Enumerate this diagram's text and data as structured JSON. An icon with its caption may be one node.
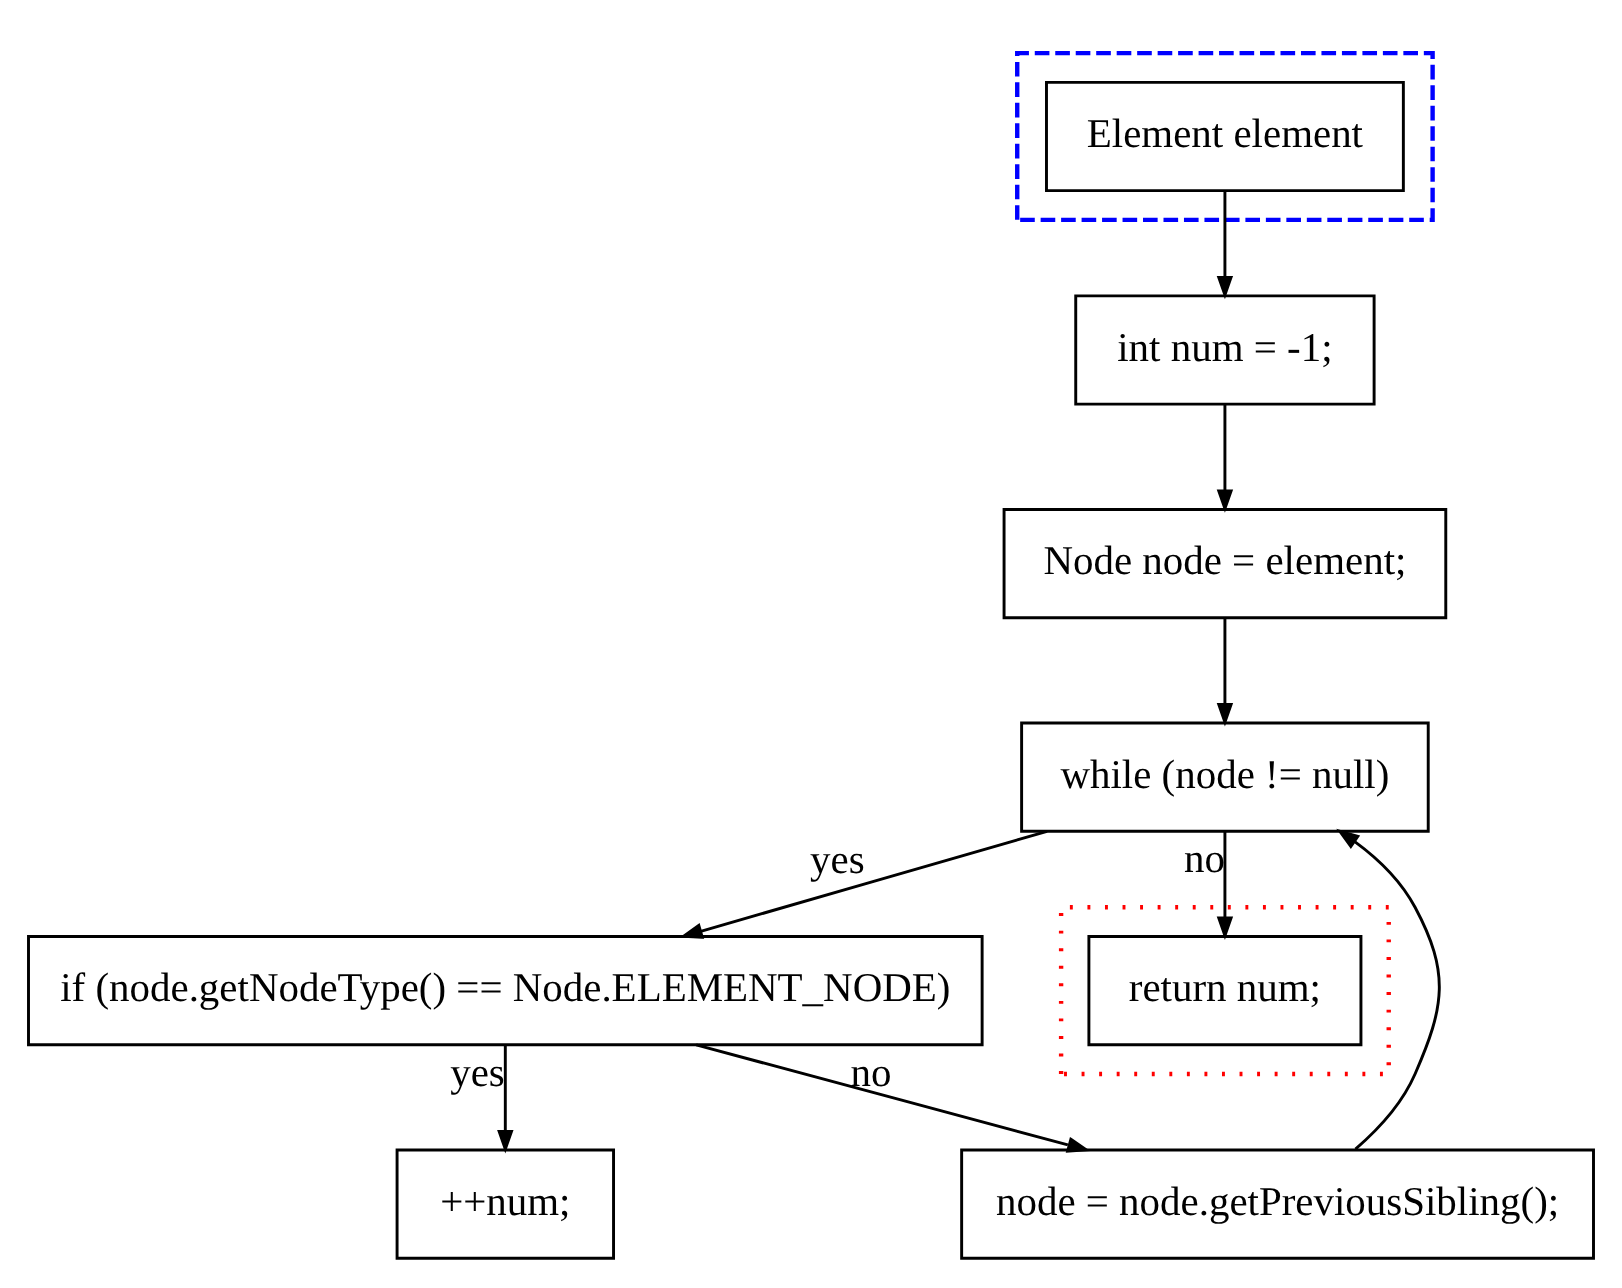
{
  "diagram": {
    "nodes": [
      {
        "text": [],
        "shape": "box"
      },
      {
        "text": [
          "Element element"
        ],
        "in": 0
      },
      {
        "text": [
          "int num = -1;"
        ]
      },
      {
        "text": [
          "Node node = element;"
        ]
      },
      {
        "text": [
          "while (node != null)"
        ]
      },
      {
        "text": [
          "if (node.getNodeType() == Node.ELEMENT_NODE)"
        ]
      },
      {
        "text": [],
        "shape": "box"
      },
      {
        "text": [
          "return num;"
        ],
        "in": 6
      },
      {
        "text": [
          "++num;"
        ]
      },
      {
        "text": [
          "node = node.getPreviousSibling();"
        ]
      }
    ],
    "edges": [
      {
        "from": 1,
        "to": 2,
        "arrow": "to"
      },
      {
        "from": 2,
        "to": 3,
        "arrow": "to"
      },
      {
        "from": 3,
        "to": 4,
        "arrow": "to"
      },
      {
        "from": 4,
        "to": 5,
        "label": "yes",
        "arrow": "to"
      },
      {
        "from": 4,
        "to": 7,
        "label": "no",
        "arrow": "to"
      },
      {
        "from": 5,
        "to": 8,
        "label": "yes",
        "arrow": "to"
      },
      {
        "from": 5,
        "to": 9,
        "label": "no",
        "arrow": "to"
      },
      {
        "from": 9,
        "to": 4,
        "arrow": "to"
      }
    ]
  }
}
